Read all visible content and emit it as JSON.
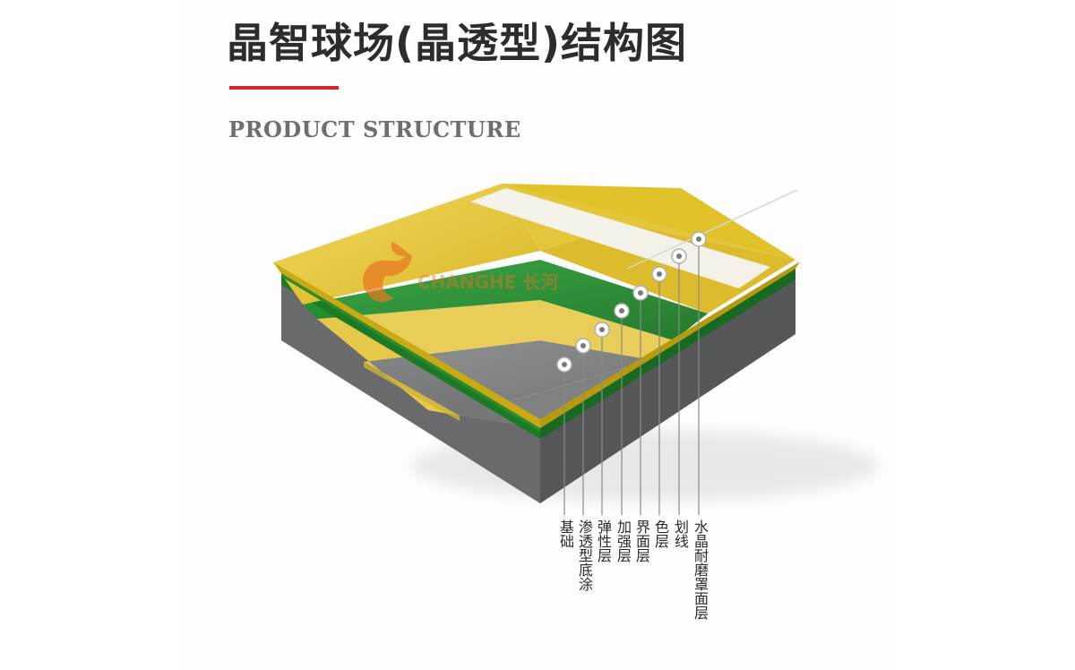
{
  "header": {
    "title": "晶智球场(晶透型)结构图",
    "subtitle": "PRODUCT STRUCTURE"
  },
  "brand": {
    "name": "CHANGHE 长河"
  },
  "layers": [
    {
      "label": "基础"
    },
    {
      "label": "渗透型底涂"
    },
    {
      "label": "弹性层"
    },
    {
      "label": "加强层"
    },
    {
      "label": "界面层"
    },
    {
      "label": "色层"
    },
    {
      "label": "划线"
    },
    {
      "label": "水晶耐磨罩面层"
    }
  ],
  "colors": {
    "accent": "#d6262b",
    "concrete": "#7d7e7f",
    "primer": "#e6c94a",
    "elastic_green": "#1f8d29",
    "color_layer": "#e4c21c",
    "line": "#f4f3ee",
    "brand": "#e8761f"
  }
}
